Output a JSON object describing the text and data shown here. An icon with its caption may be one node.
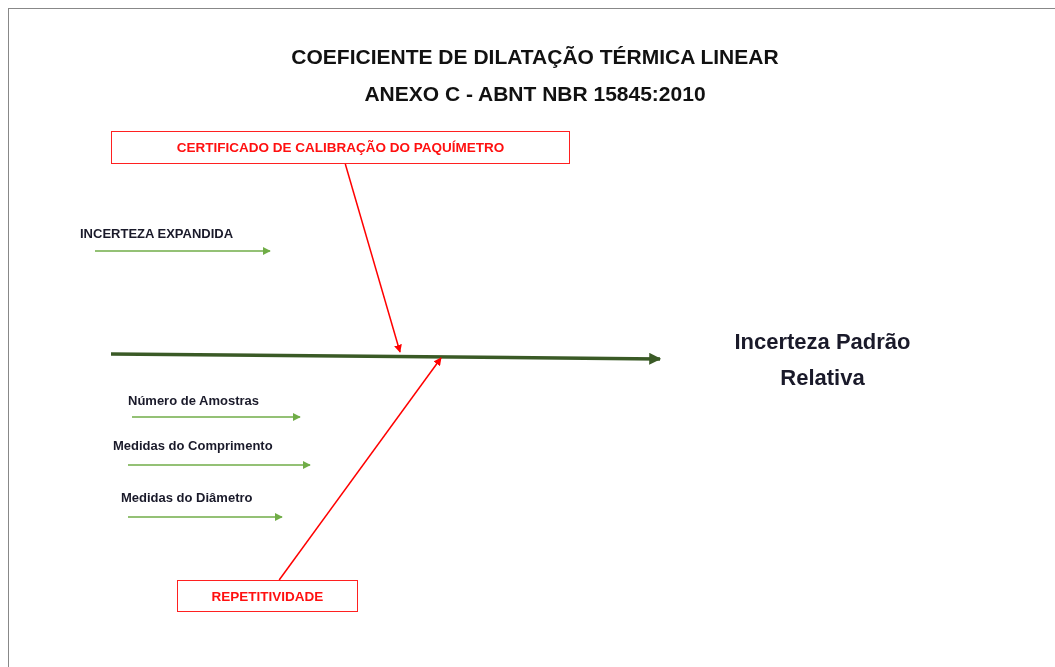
{
  "diagram": {
    "title": "COEFICIENTE DE DILATAÇÃO TÉRMICA LINEAR ANEXO C - ABNT NBR 15845:2010",
    "nodes": [
      {
        "text": [
          "CERTIFICADO DE CALIBRAÇÃO DO PAQUÍMETRO"
        ]
      },
      {
        "text": [
          "Incerteza Padrão Relativa"
        ]
      },
      {
        "text": [
          "REPETITIVIDADE"
        ]
      }
    ],
    "edges": [
      {
        "from": null,
        "to": 1,
        "arrow": "to",
        "style": "thick",
        "color": "#3a5a26"
      },
      {
        "from": 0,
        "to": null,
        "arrow": "to",
        "color": "#ff0000"
      },
      {
        "from": 2,
        "to": null,
        "arrow": "to",
        "color": "#ff0000"
      }
    ],
    "labels": [
      "INCERTEZA EXPANDIDA",
      "Número de Amostras",
      "Medidas do Comprimento",
      "Medidas do Diâmetro"
    ]
  }
}
